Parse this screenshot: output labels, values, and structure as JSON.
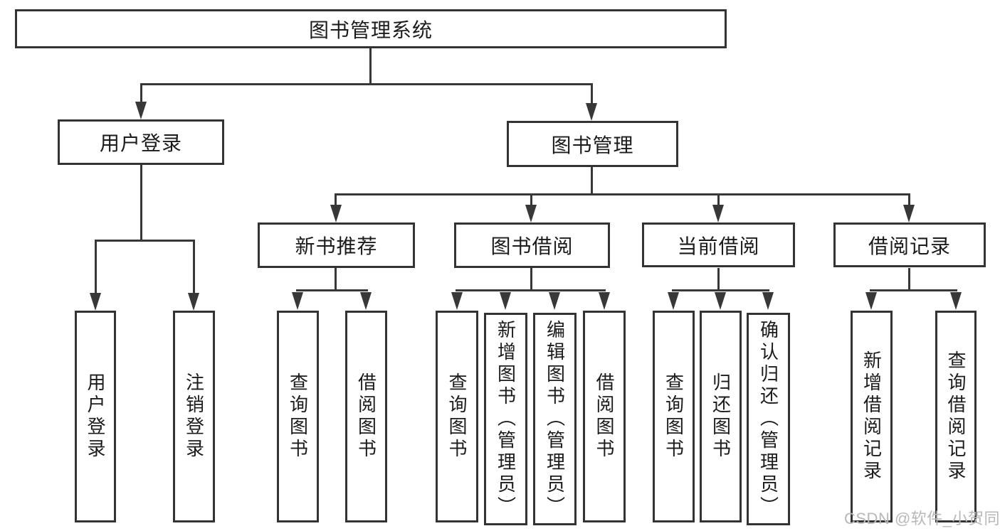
{
  "diagram": {
    "root": {
      "label": "图书管理系统"
    },
    "level1": [
      {
        "label": "用户登录",
        "children": [
          "用户登录",
          "注销登录"
        ]
      },
      {
        "label": "图书管理",
        "children": [
          {
            "label": "新书推荐",
            "children": [
              "查询图书",
              "借阅图书"
            ]
          },
          {
            "label": "图书借阅",
            "children": [
              "查询图书",
              "新增图书（管理员）",
              "编辑图书（管理员）",
              "借阅图书"
            ]
          },
          {
            "label": "当前借阅",
            "children": [
              "查询图书",
              "归还图书",
              "确认归还（管理员）"
            ]
          },
          {
            "label": "借阅记录",
            "children": [
              "新增借阅记录",
              "查询借阅记录"
            ]
          }
        ]
      }
    ]
  },
  "watermark": "CSDN @软件_小贺同学",
  "colors": {
    "line": "#383838",
    "box_border": "#333333",
    "text": "#1b1b1b",
    "watermark": "#b8b8b8",
    "background": "#ffffff"
  }
}
